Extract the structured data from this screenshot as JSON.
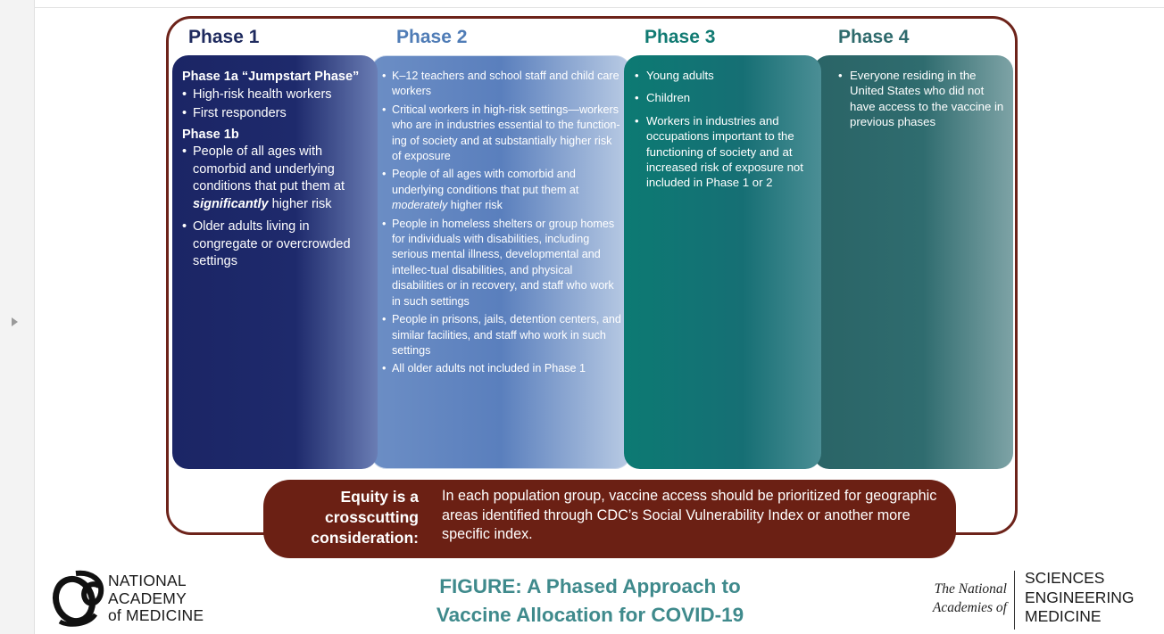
{
  "phases": [
    {
      "title": "Phase 1",
      "color": "#1e2a5e"
    },
    {
      "title": "Phase 2",
      "color": "#4f7cb6"
    },
    {
      "title": "Phase 3",
      "color": "#107a72"
    },
    {
      "title": "Phase 4",
      "color": "#2e6a6c"
    }
  ],
  "phase1": {
    "sub_a": "Phase 1a “Jumpstart Phase”",
    "items_a": [
      "High-risk health workers",
      "First responders"
    ],
    "sub_b": "Phase 1b",
    "item_b1_pre": "People of all ages with comorbid and underlying conditions that put them at ",
    "item_b1_em": "significantly",
    "item_b1_post": " higher risk",
    "item_b2": "Older adults living in congregate or overcrowded settings"
  },
  "phase2": {
    "item1": "K–12 teachers and school staff and child care workers",
    "item2": "Critical workers in high-risk settings—workers who are in industries essential to the function-ing of society and at substantially higher risk of exposure",
    "item3_pre": "People of all ages with comorbid and underlying conditions that put them at ",
    "item3_em": "moderately",
    "item3_post": " higher risk",
    "item4": "People in homeless shelters or group homes for individuals with disabilities, including serious mental illness, developmental and intellec-tual disabilities, and physical disabilities or in recovery, and staff who work in such settings",
    "item5": "People in prisons, jails, detention centers, and similar facilities, and staff who work in such settings",
    "item6": "All older adults not included in Phase 1"
  },
  "phase3": {
    "items": [
      "Young adults",
      "Children",
      "Workers in industries and occupations important to the functioning of society and at increased risk of exposure not included in Phase 1 or 2"
    ]
  },
  "phase4": {
    "items": [
      "Everyone residing in the United States who did not have access to the vaccine in previous phases"
    ]
  },
  "equity": {
    "label": "Equity is a crosscutting consideration:",
    "text": "In each population group, vaccine access should be prioritized for geographic areas identified through CDC’s Social Vulnerability Index or another more specific index.",
    "bg_color": "#6b2014"
  },
  "footer": {
    "nam_lines": [
      "NATIONAL",
      "ACADEMY",
      "of MEDICINE"
    ],
    "caption_lines": [
      "FIGURE: A Phased Approach to",
      "Vaccine Allocation for COVID-19"
    ],
    "caption_color": "#3f8a8c",
    "nas_left_lines": [
      "The National",
      "Academies of"
    ],
    "nas_right_lines": [
      "SCIENCES",
      "ENGINEERING",
      "MEDICINE"
    ]
  }
}
